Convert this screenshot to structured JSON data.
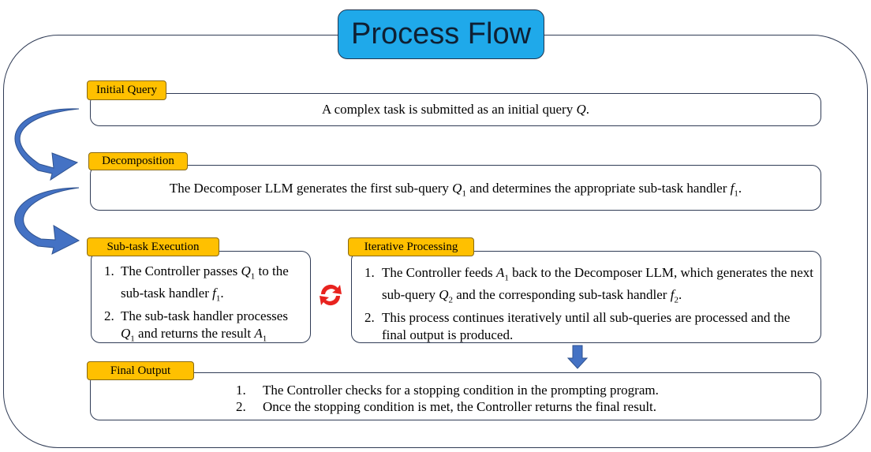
{
  "title": "Process Flow",
  "stages": {
    "initial": {
      "label": "Initial Query",
      "text_pre": "A complex task is submitted as an initial query ",
      "var": "Q",
      "text_post": "."
    },
    "decomposition": {
      "label": "Decomposition",
      "pre": "The Decomposer LLM generates the first sub-query ",
      "var1": "Q",
      "sub1": "1",
      "mid": " and determines the appropriate sub-task handler ",
      "var2": "f",
      "sub2": "1",
      "post": "."
    },
    "subtask": {
      "label": "Sub-task Execution",
      "item1_num": "1.",
      "item1_pre": "The Controller passes ",
      "item1_var": "Q",
      "item1_sub": "1",
      "item1_mid": " to the sub-task handler ",
      "item1_var2": "f",
      "item1_sub2": "1",
      "item1_post": ".",
      "item2_num": "2.",
      "item2_pre": "The sub-task handler processes ",
      "item2_var": "Q",
      "item2_sub": "1",
      "item2_mid": " and returns the result ",
      "item2_var2": "A",
      "item2_sub2": "1"
    },
    "iterative": {
      "label": "Iterative Processing",
      "item1_num": "1.",
      "item1_pre": "The Controller feeds ",
      "item1_var": "A",
      "item1_sub": "1",
      "item1_mid": " back to the Decomposer LLM, which generates the next sub-query ",
      "item1_var2": "Q",
      "item1_sub2": "2",
      "item1_mid2": " and the corresponding sub-task handler ",
      "item1_var3": "f",
      "item1_sub3": "2",
      "item1_post": ".",
      "item2_num": "2.",
      "item2_text": "This process continues iteratively until all sub-queries are processed and the final output is produced."
    },
    "final": {
      "label": "Final Output",
      "item1_num": "1.",
      "item1_text": "The Controller checks for a stopping condition in the prompting program.",
      "item2_num": "2.",
      "item2_text": "Once the stopping condition is met, the Controller returns the final result."
    }
  },
  "icons": {
    "curved_arrow_color": "#4472c4",
    "cycle_icon_color": "#e8231f",
    "down_arrow_color": "#4472c4"
  },
  "colors": {
    "title_bg": "#1fa9ea",
    "tag_bg": "#ffc000",
    "border": "#2f3b55"
  }
}
